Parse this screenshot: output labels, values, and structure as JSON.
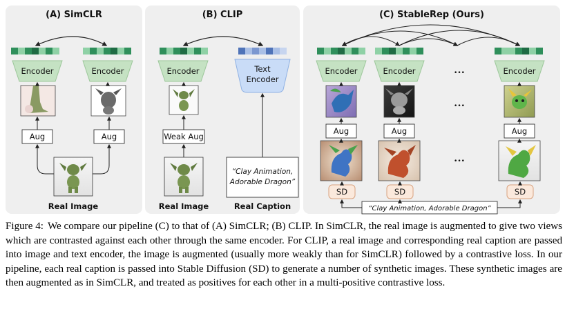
{
  "panels": {
    "simclr": {
      "title": "(A) SimCLR",
      "encoder_left": "Encoder",
      "encoder_right": "Encoder",
      "aug_left": "Aug",
      "aug_right": "Aug",
      "input_label": "Real Image"
    },
    "clip": {
      "title": "(B) CLIP",
      "image_encoder": "Encoder",
      "text_encoder_line1": "Text",
      "text_encoder_line2": "Encoder",
      "weak_aug": "Weak Aug",
      "image_label": "Real Image",
      "caption_text_line1": "“Clay Animation,",
      "caption_text_line2": "Adorable Dragon”",
      "caption_label": "Real Caption"
    },
    "stablerep": {
      "title": "(C) StableRep (Ours)",
      "encoders": [
        "Encoder",
        "Encoder",
        "Encoder"
      ],
      "aug": [
        "Aug",
        "Aug",
        "Aug"
      ],
      "sd": [
        "SD",
        "SD",
        "SD"
      ],
      "ellipsis": "•••",
      "prompt": "“Clay Animation, Adorable Dragon”"
    }
  },
  "colors": {
    "panel_bg": "#efefef",
    "encoder_green": "#c5e2c3",
    "encoder_green_stroke": "#9cc79a",
    "text_encoder_blue": "#c9dcf7",
    "text_encoder_stroke": "#8fb1e3",
    "embedding_green_dark": "#2f8f5b",
    "embedding_green_light": "#8fd1a6",
    "embedding_blue_dark": "#4f73b8",
    "embedding_blue_light": "#a9bfe6",
    "sd_fill": "#fbe9dc",
    "sd_stroke": "#d9a27f"
  },
  "caption": {
    "figure_label": "Figure 4:",
    "text": "We compare our pipeline (C) to that of (A) SimCLR; (B) CLIP. In SimCLR, the real image is augmented to give two views which are contrasted against each other through the same encoder. For CLIP, a real image and corresponding real caption are passed into image and text encoder, the image is augmented (usually more weakly than for SimCLR) followed by a contrastive loss. In our pipeline, each real caption is passed into Stable Diffusion (SD) to generate a number of synthetic images. These synthetic images are then augmented as in SimCLR, and treated as positives for each other in a multi-positive contrastive loss."
  }
}
